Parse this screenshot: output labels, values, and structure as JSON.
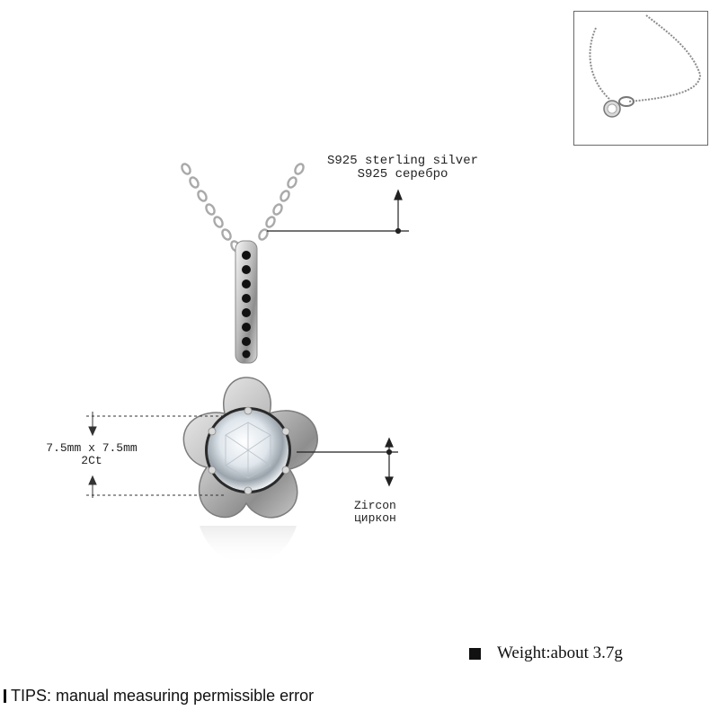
{
  "material": {
    "line1": "S925 sterling silver",
    "line2": "S925 серебро"
  },
  "stone": {
    "size": "7.5mm x 7.5mm",
    "carat": "2Ct"
  },
  "zircon": {
    "line1": "Zircon",
    "line2": "циркон"
  },
  "weight": {
    "text": "Weight:about 3.7g"
  },
  "tips": {
    "text": "TIPS: manual measuring permissible error"
  },
  "icons": {
    "main": "flower-pendant-necklace-photo",
    "thumbnail": "necklace-thumbnail-photo"
  },
  "colors": {
    "silver": "#c9c9c9",
    "black_stone": "#111111",
    "zircon": "#e8eef4",
    "text": "#111111"
  }
}
